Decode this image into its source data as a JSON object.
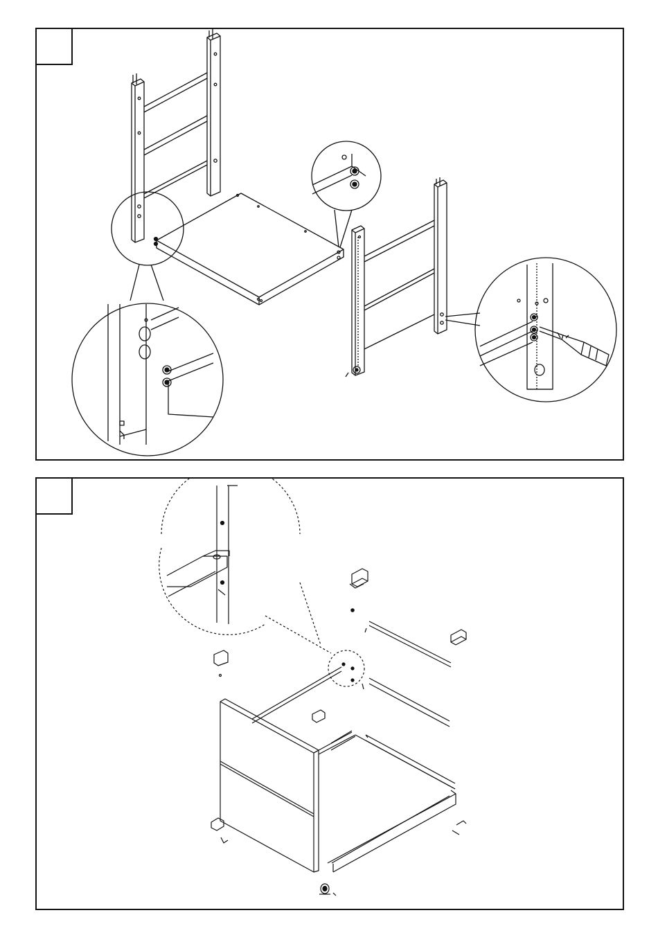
{
  "page": {
    "steps": [
      {
        "number": ""
      },
      {
        "number": ""
      }
    ]
  },
  "colors": {
    "line": "#111111",
    "background": "#ffffff",
    "dash": "#333333"
  },
  "illustrations": {
    "step1": {
      "parts": [
        "left-side-frame",
        "bottom-panel",
        "right-side-frame",
        "screwdriver",
        "cam-bolts",
        "detail-circle-left",
        "detail-circle-top",
        "detail-circle-right"
      ]
    },
    "step2": {
      "parts": [
        "assembled-cabinet-body",
        "mounting-brackets",
        "support-rails",
        "wheel",
        "detail-circle-bracket"
      ]
    }
  }
}
